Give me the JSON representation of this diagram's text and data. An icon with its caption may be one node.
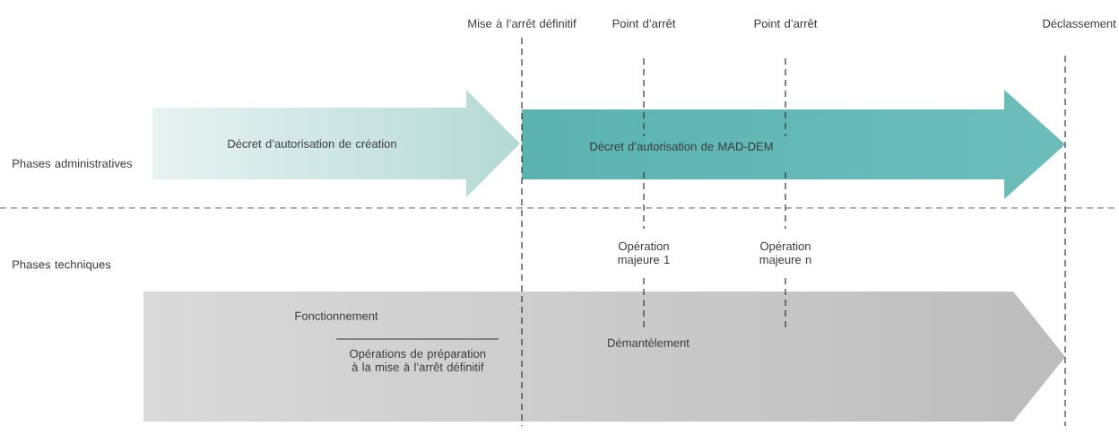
{
  "diagram": {
    "nodes": [
      {
        "text": [
          "Décret d’autorisation de création"
        ]
      },
      {
        "text": [
          "Décret d’autorisation de MAD-DEM"
        ]
      },
      {
        "text": [
          "Fonctionnement",
          "Opérations de préparation à la mise à l’arrêt définitif",
          "Démantèlement"
        ]
      }
    ],
    "labels": [
      "Mise à l’arrêt définitif",
      "Point d’arrêt",
      "Point d’arrêt",
      "Déclassement",
      "Phases administratives",
      "Phases techniques",
      "Opération majeure 1",
      "Opération majeure n"
    ]
  }
}
